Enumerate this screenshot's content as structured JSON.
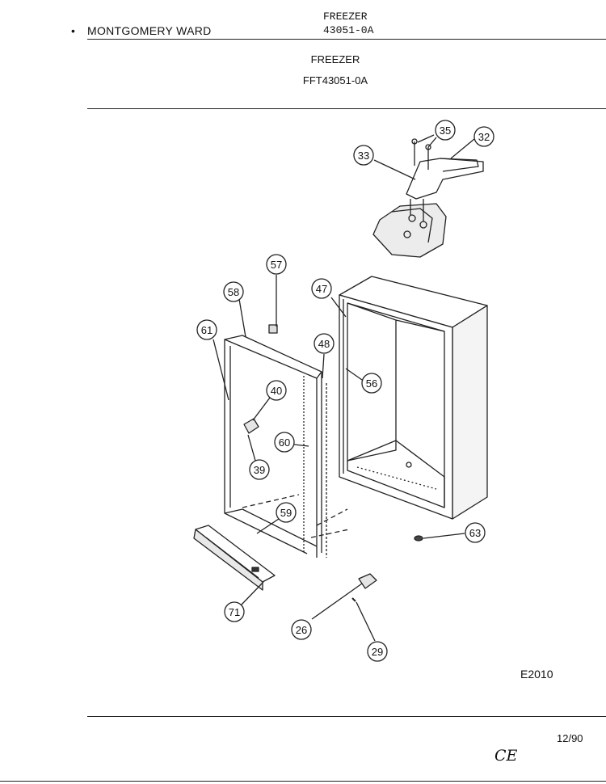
{
  "header": {
    "brand": "MONTGOMERY WARD",
    "category": "FREEZER",
    "model_short": "43051-0A"
  },
  "section": {
    "title": "FREEZER",
    "model": "FFT43051-0A"
  },
  "diagram": {
    "callouts": [
      "35",
      "32",
      "33",
      "57",
      "58",
      "47",
      "61",
      "48",
      "56",
      "40",
      "60",
      "39",
      "59",
      "63",
      "71",
      "26",
      "29"
    ]
  },
  "footer": {
    "code": "E2010",
    "date": "12/90",
    "initials": "CE"
  }
}
